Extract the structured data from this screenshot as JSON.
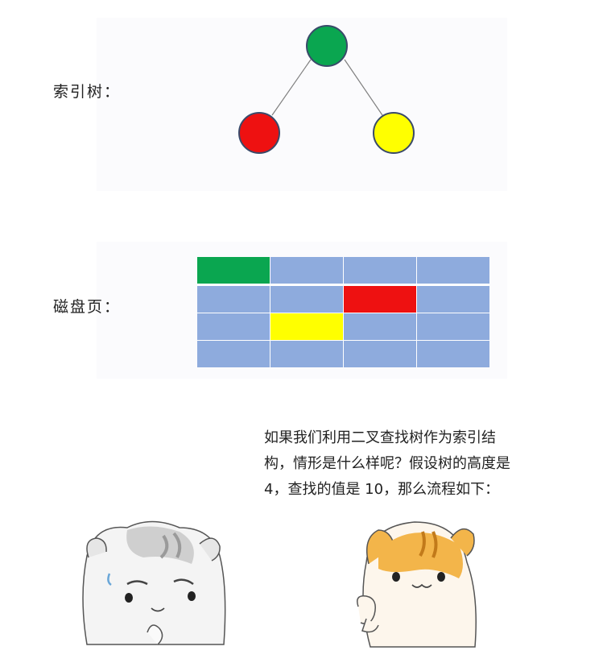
{
  "labels": {
    "index_tree": "索引树：",
    "disk_page": "磁盘页："
  },
  "colors": {
    "root": "#0aa650",
    "left_child": "#ee1111",
    "right_child": "#ffff00",
    "node_outline": "#3a4a6a",
    "edge": "#7f7f7f",
    "cell_default": "#8eabdd",
    "grid_line": "#ffffff"
  },
  "tree": {
    "nodes": [
      {
        "id": "root",
        "color": "#0aa650"
      },
      {
        "id": "left-child",
        "color": "#ee1111"
      },
      {
        "id": "right-child",
        "color": "#ffff00"
      }
    ],
    "edges": [
      [
        "root",
        "left-child"
      ],
      [
        "root",
        "right-child"
      ]
    ]
  },
  "disk_page": {
    "rows": 4,
    "cols": 4,
    "highlighted": [
      {
        "row": 0,
        "col": 0,
        "color": "#0aa650"
      },
      {
        "row": 1,
        "col": 2,
        "color": "#ee1111"
      },
      {
        "row": 2,
        "col": 1,
        "color": "#ffff00"
      }
    ]
  },
  "story": {
    "line1": "如果我们利用二叉查找树作为索引结",
    "line2": "构，情形是什么样呢？假设树的高度是",
    "line3": "4，查找的值是 10，那么流程如下："
  },
  "characters": [
    {
      "name": "gray-hamster"
    },
    {
      "name": "orange-hamster"
    }
  ]
}
